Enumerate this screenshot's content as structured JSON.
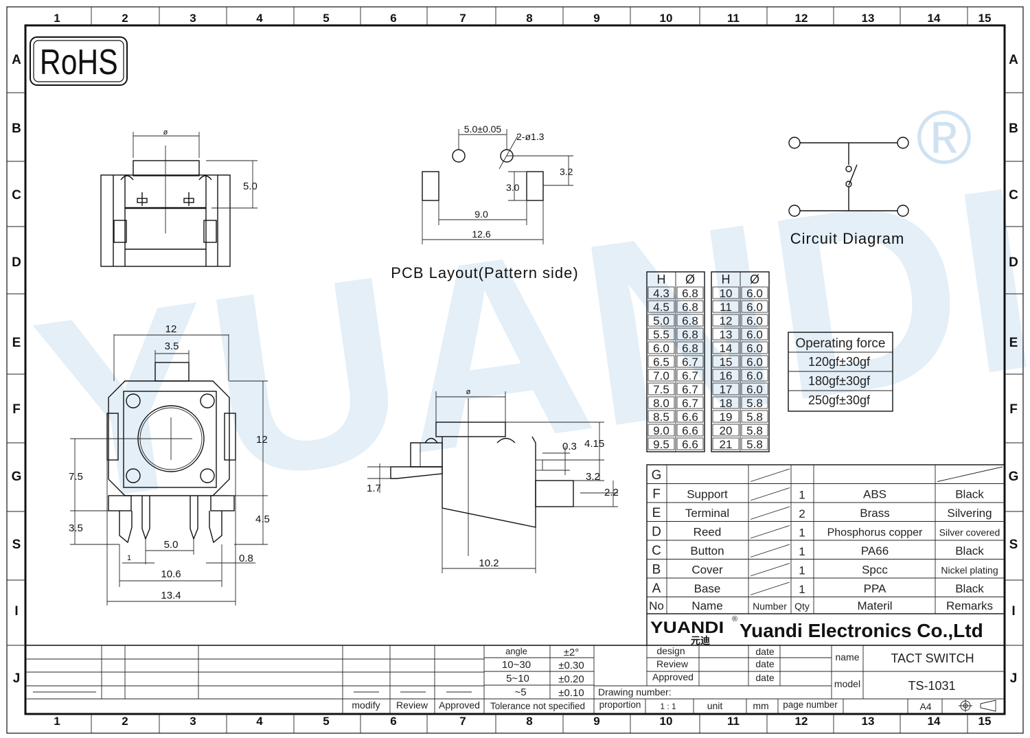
{
  "rohs_label": "RoHS",
  "watermark": {
    "brand": "YUANDI",
    "color": "#cfe2f1"
  },
  "registered_mark": "®",
  "columns": [
    "1",
    "2",
    "3",
    "4",
    "5",
    "6",
    "7",
    "8",
    "9",
    "10",
    "11",
    "12",
    "13",
    "14",
    "15"
  ],
  "rows": [
    "A",
    "B",
    "C",
    "D",
    "E",
    "F",
    "G",
    "S",
    "I",
    "J"
  ],
  "side_view_top": {
    "dim_phi": "ø",
    "dim_height": "5.0"
  },
  "pcb_layout": {
    "title": "PCB Layout(Pattern  side)",
    "dims": {
      "pitch": "5.0±0.05",
      "hole": "2-ø1.3",
      "d32": "3.2",
      "d30": "3.0",
      "d90": "9.0",
      "d126": "12.6"
    }
  },
  "circuit": {
    "title": "Circuit  Diagram"
  },
  "height_table": {
    "headers": [
      "H",
      "Ø"
    ],
    "left": [
      [
        "4.3",
        "6.8"
      ],
      [
        "4.5",
        "6.8"
      ],
      [
        "5.0",
        "6.8"
      ],
      [
        "5.5",
        "6.8"
      ],
      [
        "6.0",
        "6.8"
      ],
      [
        "6.5",
        "6.7"
      ],
      [
        "7.0",
        "6.7"
      ],
      [
        "7.5",
        "6.7"
      ],
      [
        "8.0",
        "6.7"
      ],
      [
        "8.5",
        "6.6"
      ],
      [
        "9.0",
        "6.6"
      ],
      [
        "9.5",
        "6.6"
      ]
    ],
    "right": [
      [
        "10",
        "6.0"
      ],
      [
        "11",
        "6.0"
      ],
      [
        "12",
        "6.0"
      ],
      [
        "13",
        "6.0"
      ],
      [
        "14",
        "6.0"
      ],
      [
        "15",
        "6.0"
      ],
      [
        "16",
        "6.0"
      ],
      [
        "17",
        "6.0"
      ],
      [
        "18",
        "5.8"
      ],
      [
        "19",
        "5.8"
      ],
      [
        "20",
        "5.8"
      ],
      [
        "21",
        "5.8"
      ]
    ]
  },
  "operating_force": {
    "title": "Operating force",
    "values": [
      "120gf±30gf",
      "180gf±30gf",
      "250gf±30gf"
    ]
  },
  "front_view": {
    "d12_top": "12",
    "d35": "3.5",
    "d12_side": "12",
    "d75": "7.5",
    "d35_low": "3.5",
    "d45": "4.5",
    "d1": "1",
    "d50": "5.0",
    "d08": "0.8",
    "d106": "10.6",
    "d134": "13.4"
  },
  "side_view_bottom": {
    "phi": "ø",
    "d415": "4.15",
    "d03": "0.3",
    "d32": "3.2",
    "d22": "2.2",
    "d17": "1.7",
    "d102": "10.2"
  },
  "bom": {
    "rows": [
      {
        "no": "G",
        "name": "",
        "qty": "",
        "mat": "",
        "rem": ""
      },
      {
        "no": "F",
        "name": "Support",
        "qty": "1",
        "mat": "ABS",
        "rem": "Black"
      },
      {
        "no": "E",
        "name": "Terminal",
        "qty": "2",
        "mat": "Brass",
        "rem": "Silvering"
      },
      {
        "no": "D",
        "name": "Reed",
        "qty": "1",
        "mat": "Phosphorus copper",
        "rem": "Silver covered"
      },
      {
        "no": "C",
        "name": "Button",
        "qty": "1",
        "mat": "PA66",
        "rem": "Black"
      },
      {
        "no": "B",
        "name": "Cover",
        "qty": "1",
        "mat": "Spcc",
        "rem": "Nickel plating"
      },
      {
        "no": "A",
        "name": "Base",
        "qty": "1",
        "mat": "PPA",
        "rem": "Black"
      }
    ],
    "header": {
      "no": "No",
      "name": "Name",
      "number": "Number",
      "qty": "Qty",
      "mat": "Materil",
      "rem": "Remarks"
    }
  },
  "company": {
    "logo_text": "YUANDI",
    "logo_cn": "元迪",
    "name": "Yuandi Electronics Co.,Ltd"
  },
  "title_block": {
    "design": "design",
    "review": "Review",
    "approved": "Approved",
    "date": "date",
    "name_label": "name",
    "name_value": "TACT SWITCH",
    "model_label": "model",
    "model_value": "TS-1031",
    "drawing_number": "Drawing number:",
    "proportion": "proportion",
    "scale": "1 : 1",
    "unit": "unit",
    "unit_value": "mm",
    "page_number": "page number",
    "size": "A4",
    "tolerance": {
      "angle": "angle",
      "angle_tol": "±2°",
      "r1": "10~30",
      "t1": "±0.30",
      "r2": "5~10",
      "t2": "±0.20",
      "r3": "~5",
      "t3": "±0.10",
      "label": "Tolerance not specified"
    },
    "rev": {
      "modify": "modify",
      "review": "Review",
      "approved": "Approved"
    }
  }
}
